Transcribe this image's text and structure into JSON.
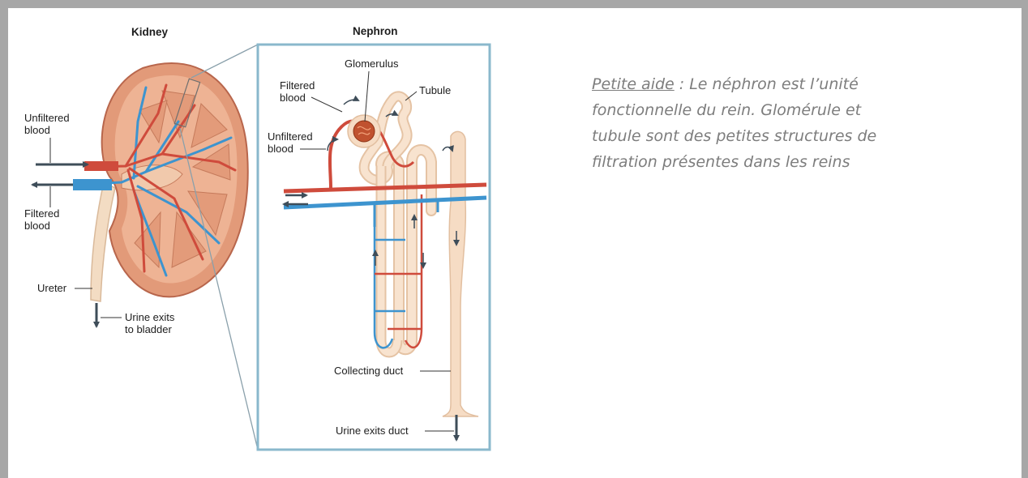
{
  "diagram": {
    "kidney_title": "Kidney",
    "nephron_title": "Nephron",
    "kidney_labels": {
      "unfiltered_blood": [
        "Unfiltered",
        "blood"
      ],
      "filtered_blood": [
        "Filtered",
        "blood"
      ],
      "ureter": "Ureter",
      "urine_exits": [
        "Urine exits",
        "to bladder"
      ]
    },
    "nephron_labels": {
      "glomerulus": "Glomerulus",
      "tubule": "Tubule",
      "filtered_blood": [
        "Filtered",
        "blood"
      ],
      "unfiltered_blood": [
        "Unfiltered",
        "blood"
      ],
      "collecting_duct": "Collecting duct",
      "urine_exits_duct": "Urine exits duct"
    },
    "colors": {
      "artery": "#cf4b3c",
      "vein": "#3d94cf",
      "kidney_tissue": "#e7a483",
      "kidney_outline": "#b8664c",
      "tubule": "#f6dcc4",
      "inset_border": "#8ab8cc",
      "arrow": "#3e4d59"
    }
  },
  "note": {
    "aide_label": "Petite aide",
    "text": " : Le néphron est l’unité fonctionnelle du rein. Glomérule et tubule sont des petites structures de filtration présentes dans les reins"
  }
}
